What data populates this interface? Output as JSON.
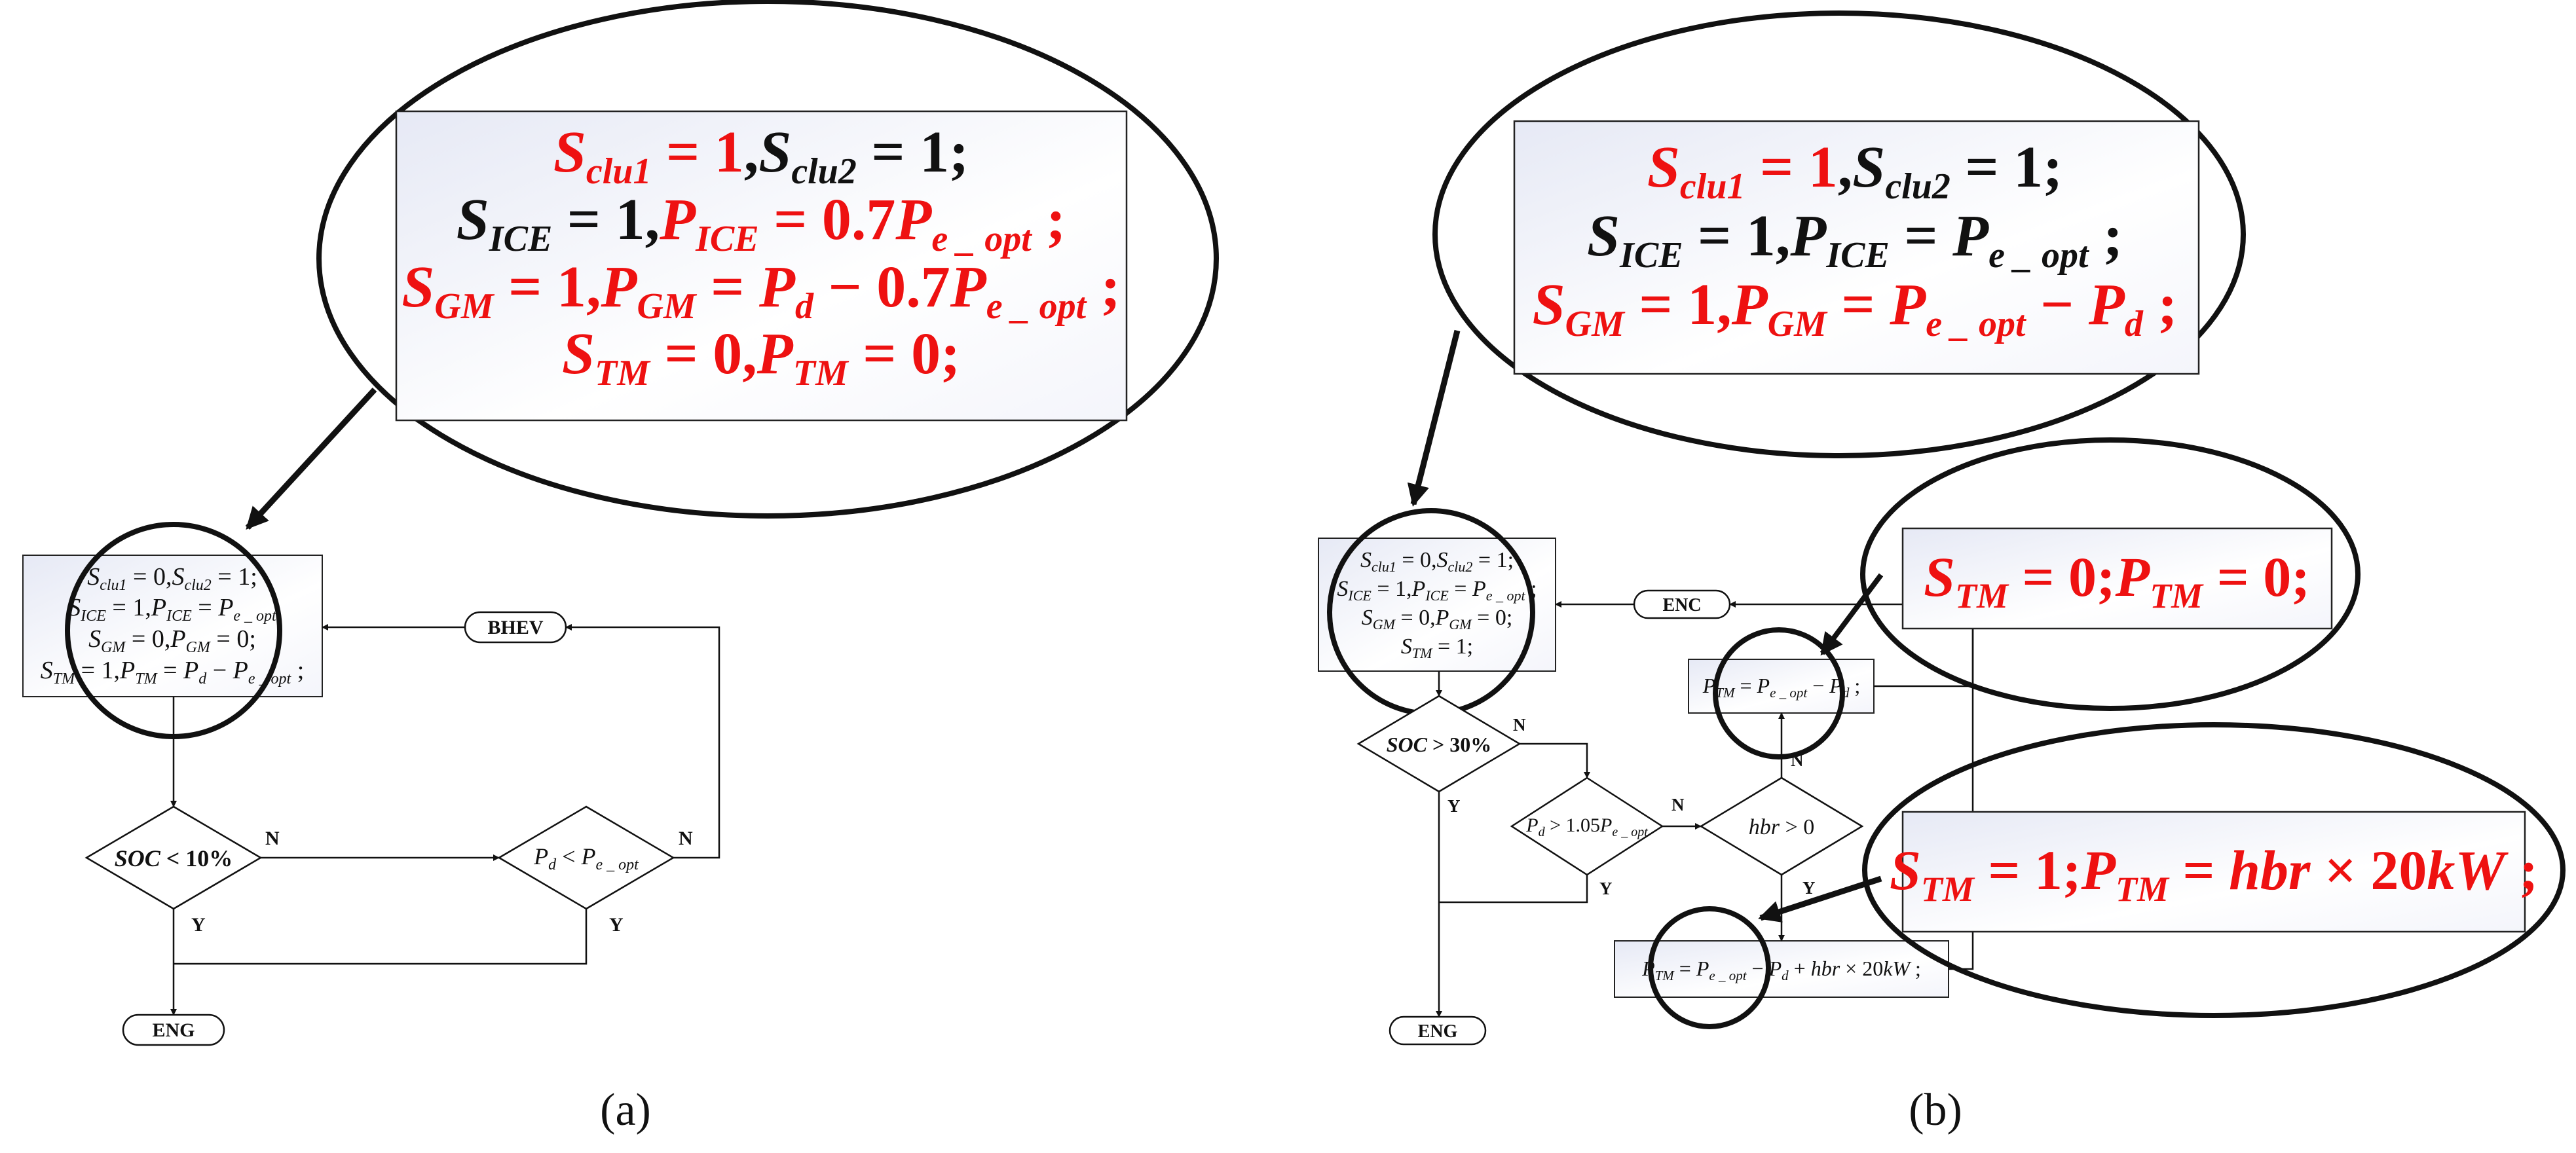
{
  "colors": {
    "highlight": "#ee1111",
    "ink": "#111111",
    "box_fill": "#eef0f8"
  },
  "panel_a": {
    "label": "(a)",
    "callout": {
      "l1": {
        "a": "S",
        "a_sub": "clu1",
        "b": " = 1",
        "c": ",",
        "d": "S",
        "d_sub": "clu2",
        "e": " = 1;"
      },
      "l2": {
        "a": "S",
        "a_sub": "ICE",
        "b": " = 1,",
        "c": "P",
        "c_sub": "ICE",
        "d": " = 0.7",
        "e": "P",
        "e_sub": "e _ opt",
        "f": " ;"
      },
      "l3": {
        "a": "S",
        "a_sub": "GM",
        "b": " = 1,",
        "c": "P",
        "c_sub": "GM",
        "d": " = ",
        "e": "P",
        "e_sub": "d",
        "f": " − 0.7",
        "g": "P",
        "g_sub": "e _ opt",
        "h": " ;"
      },
      "l4": {
        "a": "S",
        "a_sub": "TM",
        "b": " = 0,",
        "c": "P",
        "c_sub": "TM",
        "d": " = 0;"
      }
    },
    "mode_box": {
      "l1": {
        "a": "S",
        "a_sub": "clu1",
        "b": " = 0,",
        "c": "S",
        "c_sub": "clu2",
        "d": " = 1;"
      },
      "l2": {
        "a": "S",
        "a_sub": "ICE",
        "b": " = 1,",
        "c": "P",
        "c_sub": "ICE",
        "d": " = ",
        "e": "P",
        "e_sub": "e _ opt"
      },
      "l3": {
        "a": "S",
        "a_sub": "GM",
        "b": " = 0,",
        "c": "P",
        "c_sub": "GM",
        "d": " = 0;"
      },
      "l4": {
        "a": "S",
        "a_sub": "TM",
        "b": " = 1,",
        "c": "P",
        "c_sub": "TM",
        "d": " = ",
        "e": "P",
        "e_sub": "d",
        "f": " − ",
        "g": "P",
        "g_sub": "e _ opt",
        "h": " ;"
      }
    },
    "bhev": "BHEV",
    "eng": "ENG",
    "soc": {
      "a": "SOC",
      "b": " < 10%"
    },
    "pd": {
      "a": "P",
      "a_sub": "d",
      "b": " < ",
      "c": "P",
      "c_sub": "e _ opt"
    },
    "n1": "N",
    "n2": "N",
    "y1": "Y",
    "y2": "Y"
  },
  "panel_b": {
    "label": "(b)",
    "callout": {
      "l1": {
        "a": "S",
        "a_sub": "clu1",
        "b": " = 1",
        "c": ",",
        "d": "S",
        "d_sub": "clu2",
        "e": " = 1;"
      },
      "l2": {
        "a": "S",
        "a_sub": "ICE",
        "b": " = 1,",
        "c": "P",
        "c_sub": "ICE",
        "d": " = ",
        "e": "P",
        "e_sub": "e _ opt",
        "f": " ;"
      },
      "l3": {
        "a": "S",
        "a_sub": "GM",
        "b": " = 1,",
        "c": "P",
        "c_sub": "GM",
        "d": " = ",
        "e": "P",
        "e_sub": "e _ opt",
        "f": " − ",
        "g": "P",
        "g_sub": "d",
        "h": " ;"
      }
    },
    "mode_box": {
      "l1": {
        "a": "S",
        "a_sub": "clu1",
        "b": " = 0,",
        "c": "S",
        "c_sub": "clu2",
        "d": " = 1;"
      },
      "l2": {
        "a": "S",
        "a_sub": "ICE",
        "b": " = 1,",
        "c": "P",
        "c_sub": "ICE",
        "d": " = ",
        "e": "P",
        "e_sub": "e _ opt",
        "f": " ;"
      },
      "l3": {
        "a": "S",
        "a_sub": "GM",
        "b": " = 0,",
        "c": "P",
        "c_sub": "GM",
        "d": " = 0;"
      },
      "l4": {
        "a": "S",
        "a_sub": "TM",
        "b": " = 1;"
      }
    },
    "enc": "ENC",
    "eng": "ENG",
    "soc": {
      "a": "SOC",
      "b": " > 30%"
    },
    "pd": {
      "a": "P",
      "a_sub": "d",
      "b": " > 1.05",
      "c": "P",
      "c_sub": "e _ opt"
    },
    "hbr": {
      "a": "hbr",
      "b": " > 0"
    },
    "ptm1": {
      "a": "P",
      "a_sub": "TM",
      "b": " = ",
      "c": "P",
      "c_sub": "e _ opt",
      "d": " − ",
      "e": "P",
      "e_sub": "d",
      "f": " ;"
    },
    "ptm2": {
      "a": "P",
      "a_sub": "TM",
      "b": " = ",
      "c": "P",
      "c_sub": "e _ opt",
      "d": " − ",
      "e": "P",
      "e_sub": "d",
      "f": " + ",
      "g": "hbr",
      "h": " × 20",
      "i": "kW",
      "j": " ;"
    },
    "callout_stm0": {
      "a": "S",
      "a_sub": "TM",
      "b": " = 0;",
      "c": "P",
      "c_sub": "TM",
      "d": " = 0;"
    },
    "callout_stm1": {
      "a": "S",
      "a_sub": "TM",
      "b": " = 1;",
      "c": "P",
      "c_sub": "TM",
      "d": " = ",
      "e": "hbr",
      "f": " × 20",
      "g": "kW",
      "h": " ;"
    },
    "n_soc": "N",
    "y_soc": "Y",
    "n_pd": "N",
    "y_pd": "Y",
    "n_hbr": "N",
    "y_hbr": "Y"
  }
}
